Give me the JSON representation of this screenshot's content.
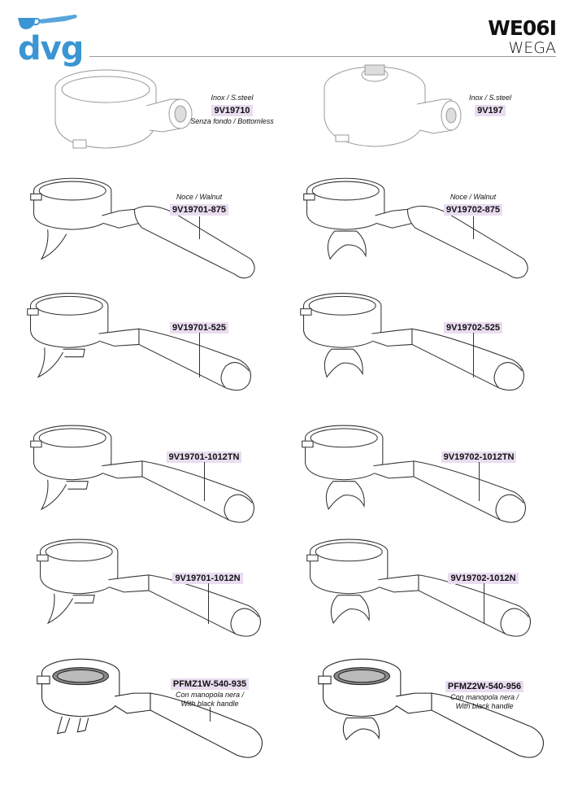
{
  "header": {
    "logo_text": "dvg",
    "model_code": "WE06I",
    "brand": "WEGA",
    "accent_color": "#3b95d3",
    "highlight_color": "#e9dcf0"
  },
  "parts": [
    {
      "code": "9V19710",
      "notes": [
        "Inox / S.steel"
      ],
      "notes_after": [
        "Senza fondo / Bottomless"
      ]
    },
    {
      "code": "9V197",
      "notes": [
        "Inox / S.steel"
      ],
      "notes_after": []
    },
    {
      "code": "9V19701-875",
      "notes": [
        "Noce / Walnut"
      ],
      "notes_after": []
    },
    {
      "code": "9V19702-875",
      "notes": [
        "Noce / Walnut"
      ],
      "notes_after": []
    },
    {
      "code": "9V19701-525",
      "notes": [],
      "notes_after": []
    },
    {
      "code": "9V19702-525",
      "notes": [],
      "notes_after": []
    },
    {
      "code": "9V19701-1012TN",
      "notes": [],
      "notes_after": []
    },
    {
      "code": "9V19702-1012TN",
      "notes": [],
      "notes_after": []
    },
    {
      "code": "9V19701-1012N",
      "notes": [],
      "notes_after": []
    },
    {
      "code": "9V19702-1012N",
      "notes": [],
      "notes_after": []
    },
    {
      "code": "PFMZ1W-540-935",
      "notes": [],
      "notes_after": [
        "Con manopola nera /",
        "With black handle"
      ]
    },
    {
      "code": "PFMZ2W-540-956",
      "notes": [],
      "notes_after": [
        "Con manopola nera /",
        "With black handle"
      ]
    }
  ]
}
